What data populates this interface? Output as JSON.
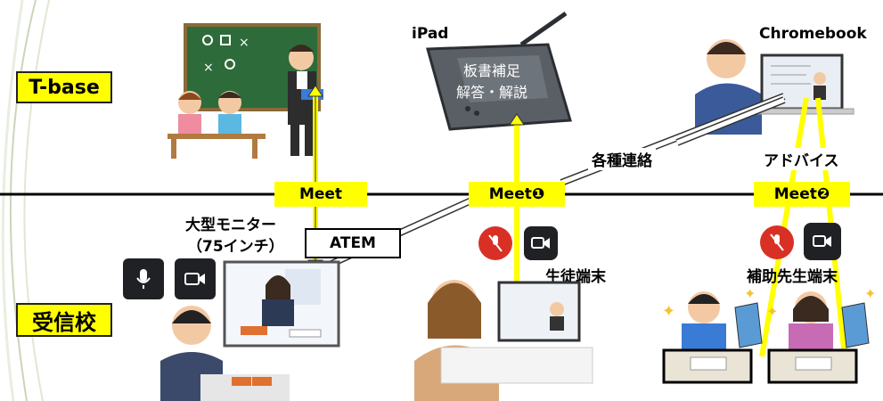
{
  "rows": {
    "top_label": "T-base",
    "bottom_label": "受信校"
  },
  "devices": {
    "ipad_label": "iPad",
    "ipad_screen_line1": "板書補足",
    "ipad_screen_line2": "解答・解説",
    "chromebook_label": "Chromebook",
    "monitor_label_line1": "大型モニター",
    "monitor_label_line2": "（75インチ）",
    "atem_label": "ATEM",
    "student_device_label": "生徒端末",
    "assistant_device_label": "補助先生端末"
  },
  "connections": {
    "meet": "Meet",
    "meet1": "Meet❶",
    "meet2": "Meet❷",
    "contact": "各種連絡",
    "advice": "アドバイス"
  },
  "colors": {
    "highlight": "#ffff00",
    "divider": "#000000",
    "icon_dark": "#202124",
    "icon_red": "#d93025"
  }
}
